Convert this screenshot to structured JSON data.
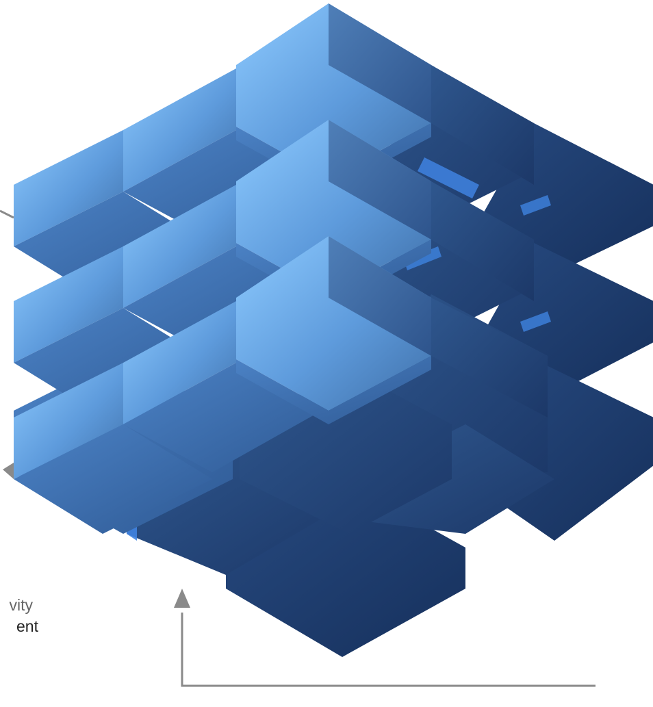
{
  "captions": {
    "line1": "vity",
    "line2": "ent"
  },
  "colors": {
    "top_light": "#6FB2F2",
    "top_dark": "#3D6FA8",
    "left_face": "#3A6BAA",
    "right_face": "#2B4C80",
    "deep_right": "#1F3B6A",
    "glow": "#3F83E0",
    "arrow": "#8A8A8A",
    "caption_1": "#666666",
    "caption_2": "#222222"
  },
  "icons": [
    "block-cube-graphic",
    "arrowhead-up-icon",
    "arrowhead-left-icon"
  ]
}
